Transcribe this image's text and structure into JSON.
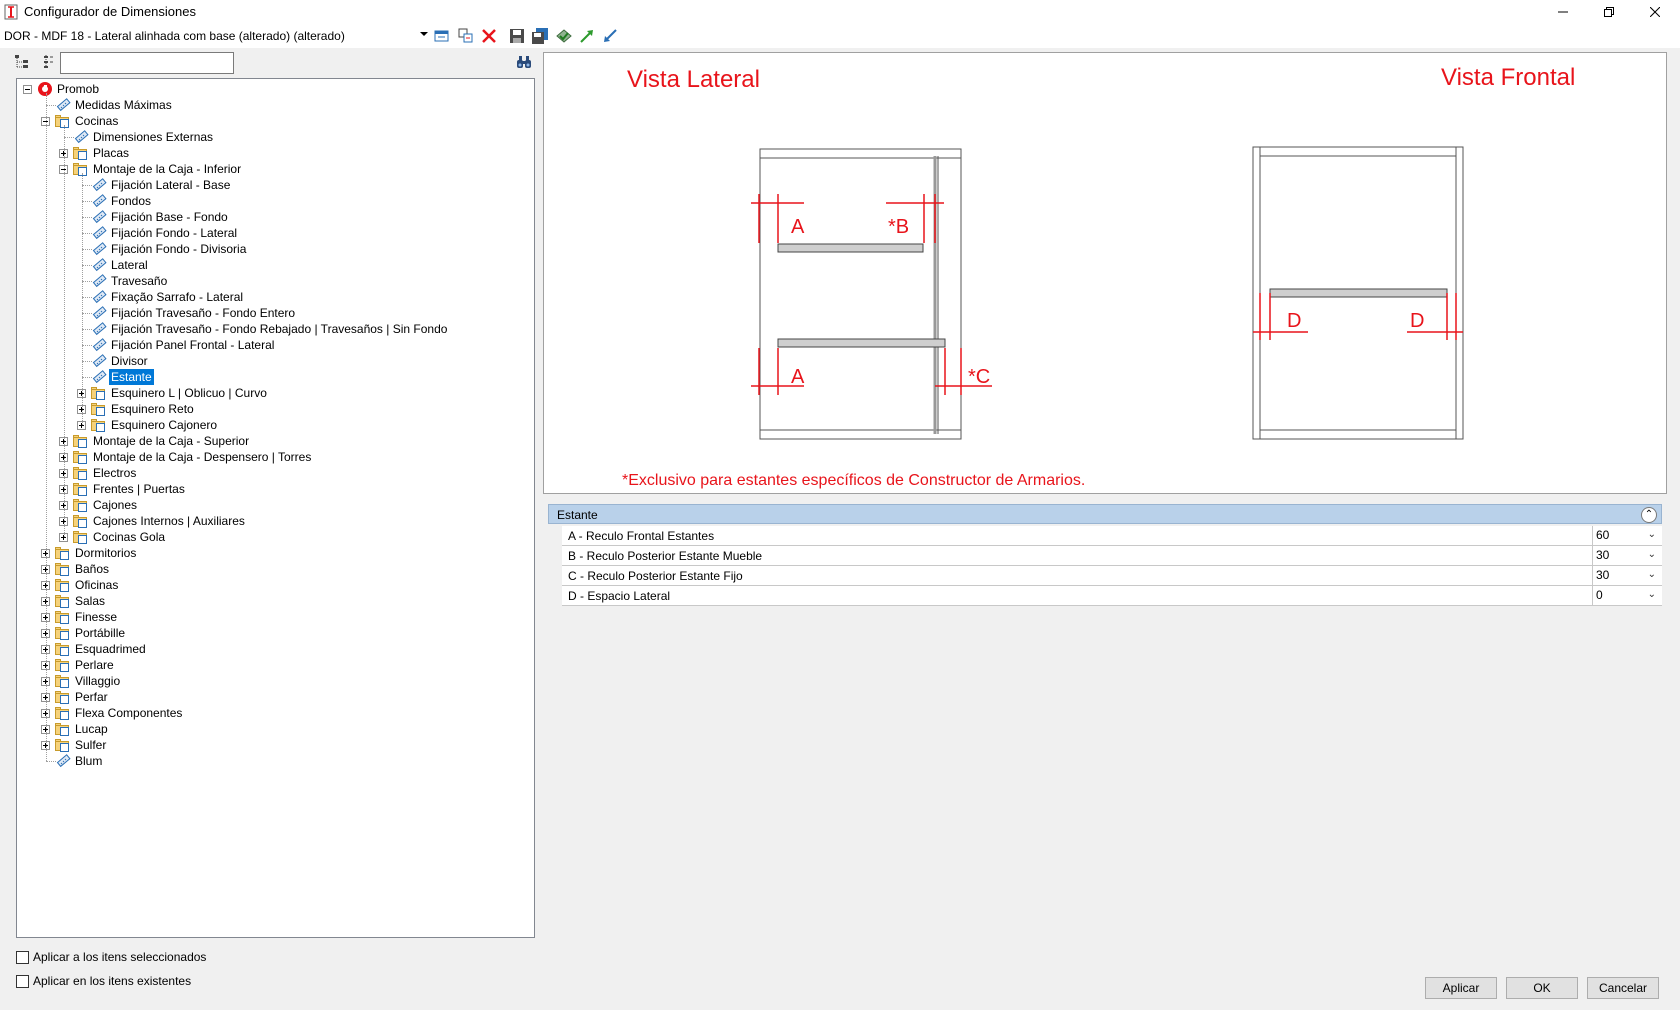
{
  "window": {
    "title": "Configurador de Dimensiones",
    "minimize_icon": "minimize-icon",
    "restore_icon": "restore-icon",
    "close_icon": "close-icon"
  },
  "toolbar": {
    "config_selected": "DOR - MDF 18 - Lateral alinhada com base (alterado) (alterado)",
    "icons": [
      "properties-icon",
      "duplicate-icon",
      "delete-icon",
      "save-icon",
      "save-all-icon",
      "apply-icon",
      "export-icon",
      "import-icon"
    ]
  },
  "tree_toolbar": {
    "search_value": "",
    "icons": [
      "expand-tree-icon",
      "collapse-tree-icon",
      "binoculars-icon"
    ]
  },
  "tree": {
    "nodes": [
      {
        "label": "Promob",
        "level": 0,
        "expander": "minus",
        "icon": "promob"
      },
      {
        "label": "Medidas Máximas",
        "level": 1,
        "expander": "",
        "icon": "measure"
      },
      {
        "label": "Cocinas",
        "level": 1,
        "expander": "minus",
        "icon": "folder"
      },
      {
        "label": "Dimensiones Externas",
        "level": 2,
        "expander": "",
        "icon": "measure"
      },
      {
        "label": "Placas",
        "level": 2,
        "expander": "plus",
        "icon": "folder"
      },
      {
        "label": "Montaje de la Caja - Inferior",
        "level": 2,
        "expander": "minus",
        "icon": "folder"
      },
      {
        "label": "Fijación Lateral - Base",
        "level": 3,
        "expander": "",
        "icon": "measure"
      },
      {
        "label": "Fondos",
        "level": 3,
        "expander": "",
        "icon": "measure"
      },
      {
        "label": " Fijación Base - Fondo",
        "level": 3,
        "expander": "",
        "icon": "measure"
      },
      {
        "label": "Fijación Fondo - Lateral",
        "level": 3,
        "expander": "",
        "icon": "measure"
      },
      {
        "label": "Fijación Fondo - Divisoria",
        "level": 3,
        "expander": "",
        "icon": "measure"
      },
      {
        "label": "Lateral",
        "level": 3,
        "expander": "",
        "icon": "measure"
      },
      {
        "label": "Travesaño",
        "level": 3,
        "expander": "",
        "icon": "measure"
      },
      {
        "label": "Fixação Sarrafo - Lateral",
        "level": 3,
        "expander": "",
        "icon": "measure"
      },
      {
        "label": "Fijación Travesaño - Fondo Entero",
        "level": 3,
        "expander": "",
        "icon": "measure"
      },
      {
        "label": "Fijación Travesaño - Fondo Rebajado | Travesaños | Sin Fondo",
        "level": 3,
        "expander": "",
        "icon": "measure"
      },
      {
        "label": "Fijación Panel Frontal - Lateral",
        "level": 3,
        "expander": "",
        "icon": "measure"
      },
      {
        "label": "Divisor",
        "level": 3,
        "expander": "",
        "icon": "measure"
      },
      {
        "label": "Estante",
        "level": 3,
        "expander": "",
        "icon": "measure",
        "selected": true
      },
      {
        "label": "Esquinero L | Oblicuo | Curvo",
        "level": 3,
        "expander": "plus",
        "icon": "folder"
      },
      {
        "label": "Esquinero Reto",
        "level": 3,
        "expander": "plus",
        "icon": "folder"
      },
      {
        "label": "Esquinero Cajonero",
        "level": 3,
        "expander": "plus",
        "icon": "folder"
      },
      {
        "label": "Montaje de la Caja - Superior",
        "level": 2,
        "expander": "plus",
        "icon": "folder"
      },
      {
        "label": "Montaje de la Caja - Despensero | Torres",
        "level": 2,
        "expander": "plus",
        "icon": "folder"
      },
      {
        "label": "Electros",
        "level": 2,
        "expander": "plus",
        "icon": "folder"
      },
      {
        "label": "Frentes | Puertas",
        "level": 2,
        "expander": "plus",
        "icon": "folder"
      },
      {
        "label": "Cajones",
        "level": 2,
        "expander": "plus",
        "icon": "folder"
      },
      {
        "label": "Cajones Internos | Auxiliares",
        "level": 2,
        "expander": "plus",
        "icon": "folder"
      },
      {
        "label": "Cocinas Gola",
        "level": 2,
        "expander": "plus",
        "icon": "folder"
      },
      {
        "label": "Dormitorios",
        "level": 1,
        "expander": "plus",
        "icon": "folder"
      },
      {
        "label": "Baños",
        "level": 1,
        "expander": "plus",
        "icon": "folder"
      },
      {
        "label": "Oficinas",
        "level": 1,
        "expander": "plus",
        "icon": "folder"
      },
      {
        "label": "Salas",
        "level": 1,
        "expander": "plus",
        "icon": "folder"
      },
      {
        "label": "Finesse",
        "level": 1,
        "expander": "plus",
        "icon": "folder"
      },
      {
        "label": "Portábille",
        "level": 1,
        "expander": "plus",
        "icon": "folder"
      },
      {
        "label": "Esquadrimed",
        "level": 1,
        "expander": "plus",
        "icon": "folder"
      },
      {
        "label": "Perlare",
        "level": 1,
        "expander": "plus",
        "icon": "folder"
      },
      {
        "label": "Villaggio",
        "level": 1,
        "expander": "plus",
        "icon": "folder"
      },
      {
        "label": "Perfar",
        "level": 1,
        "expander": "plus",
        "icon": "folder"
      },
      {
        "label": "Flexa Componentes",
        "level": 1,
        "expander": "plus",
        "icon": "folder"
      },
      {
        "label": "Lucap",
        "level": 1,
        "expander": "plus",
        "icon": "folder"
      },
      {
        "label": "Sulfer",
        "level": 1,
        "expander": "plus",
        "icon": "folder"
      },
      {
        "label": "Blum",
        "level": 1,
        "expander": "",
        "icon": "measure"
      }
    ]
  },
  "preview": {
    "title_left": "Vista Lateral",
    "title_right": "Vista Frontal",
    "label_a1": "A",
    "label_b": "*B",
    "label_a2": "A",
    "label_c": "*C",
    "label_d1": "D",
    "label_d2": "D",
    "note": "*Exclusivo para estantes específicos de Constructor de Armarios.",
    "accent_color": "#e8141b"
  },
  "properties": {
    "header": "Estante",
    "rows": [
      {
        "label": "A - Reculo Frontal Estantes",
        "value": "60"
      },
      {
        "label": "B - Reculo Posterior Estante Mueble",
        "value": "30"
      },
      {
        "label": "C - Reculo Posterior Estante Fijo",
        "value": "30"
      },
      {
        "label": "D - Espacio Lateral",
        "value": "0"
      }
    ]
  },
  "footer": {
    "apply_selected_label": "Aplicar a los itens seleccionados",
    "apply_existing_label": "Aplicar en los itens existentes",
    "apply_button": "Aplicar",
    "ok_button": "OK",
    "cancel_button": "Cancelar"
  }
}
